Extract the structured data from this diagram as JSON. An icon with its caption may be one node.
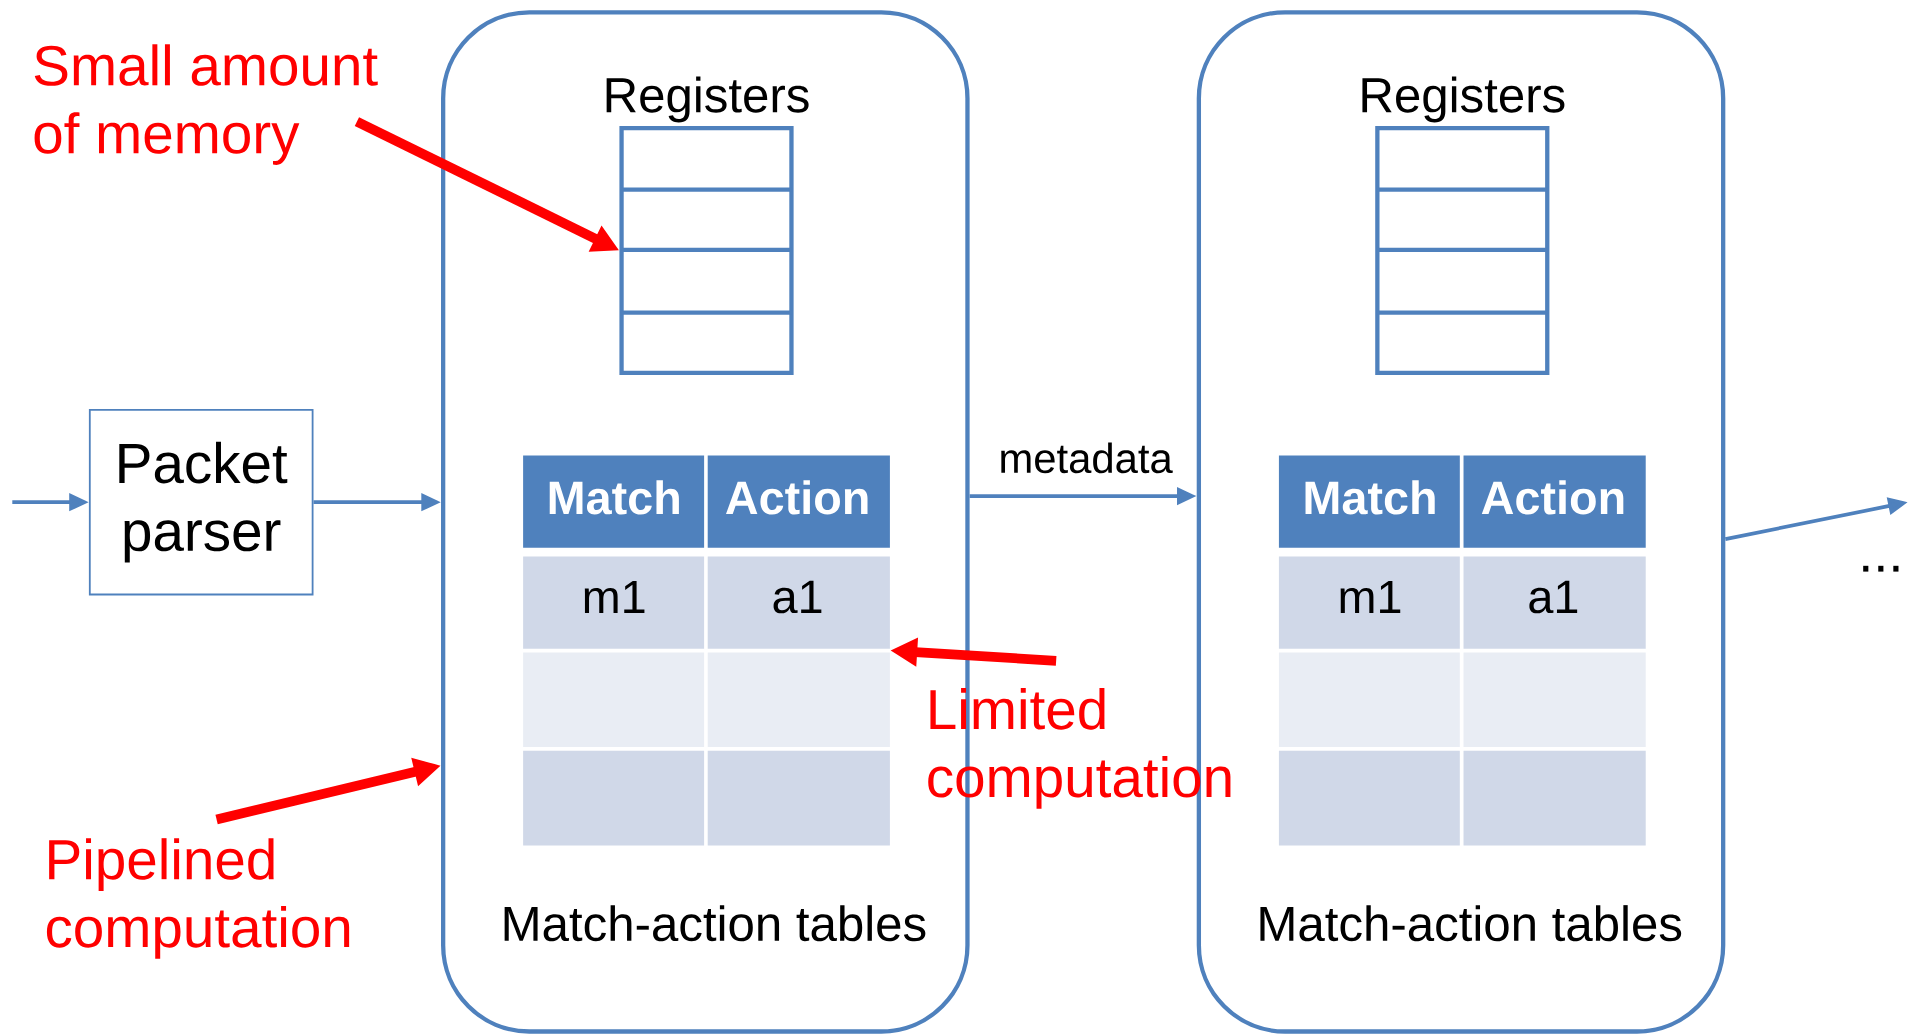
{
  "diagram": {
    "nodes": [
      {
        "text": [
          "Packet parser"
        ]
      },
      {
        "text": [],
        "shape": "box"
      },
      {
        "text": [
          "Registers"
        ],
        "in": 1
      },
      {
        "text": [
          "Match",
          "Action",
          "m1",
          "a1"
        ],
        "in": 1,
        "beside": [
          "Match-action tables"
        ]
      },
      {
        "text": [],
        "shape": "box"
      },
      {
        "text": [
          "Registers"
        ],
        "in": 4
      },
      {
        "text": [
          "Match",
          "Action",
          "m1",
          "a1"
        ],
        "in": 4,
        "beside": [
          "Match-action tables"
        ]
      },
      {
        "text": [
          "Small amount of memory"
        ]
      },
      {
        "text": [
          "Limited computation"
        ]
      },
      {
        "text": [
          "Pipelined computation"
        ]
      }
    ],
    "edges": [
      {
        "from": null,
        "to": 0,
        "arrow": "to"
      },
      {
        "from": 0,
        "to": 1,
        "arrow": "to"
      },
      {
        "from": 1,
        "to": 4,
        "arrow": "to",
        "label": "metadata"
      },
      {
        "from": 4,
        "to": null,
        "arrow": "to"
      },
      {
        "from": 7,
        "to": 2,
        "arrow": "to",
        "style": "thick",
        "color": "#ff0000"
      },
      {
        "from": 8,
        "to": 3,
        "arrow": "to",
        "style": "thick",
        "color": "#ff0000"
      },
      {
        "from": 9,
        "to": 1,
        "arrow": "to",
        "style": "thick",
        "color": "#ff0000"
      }
    ],
    "labels": [
      "..."
    ]
  }
}
